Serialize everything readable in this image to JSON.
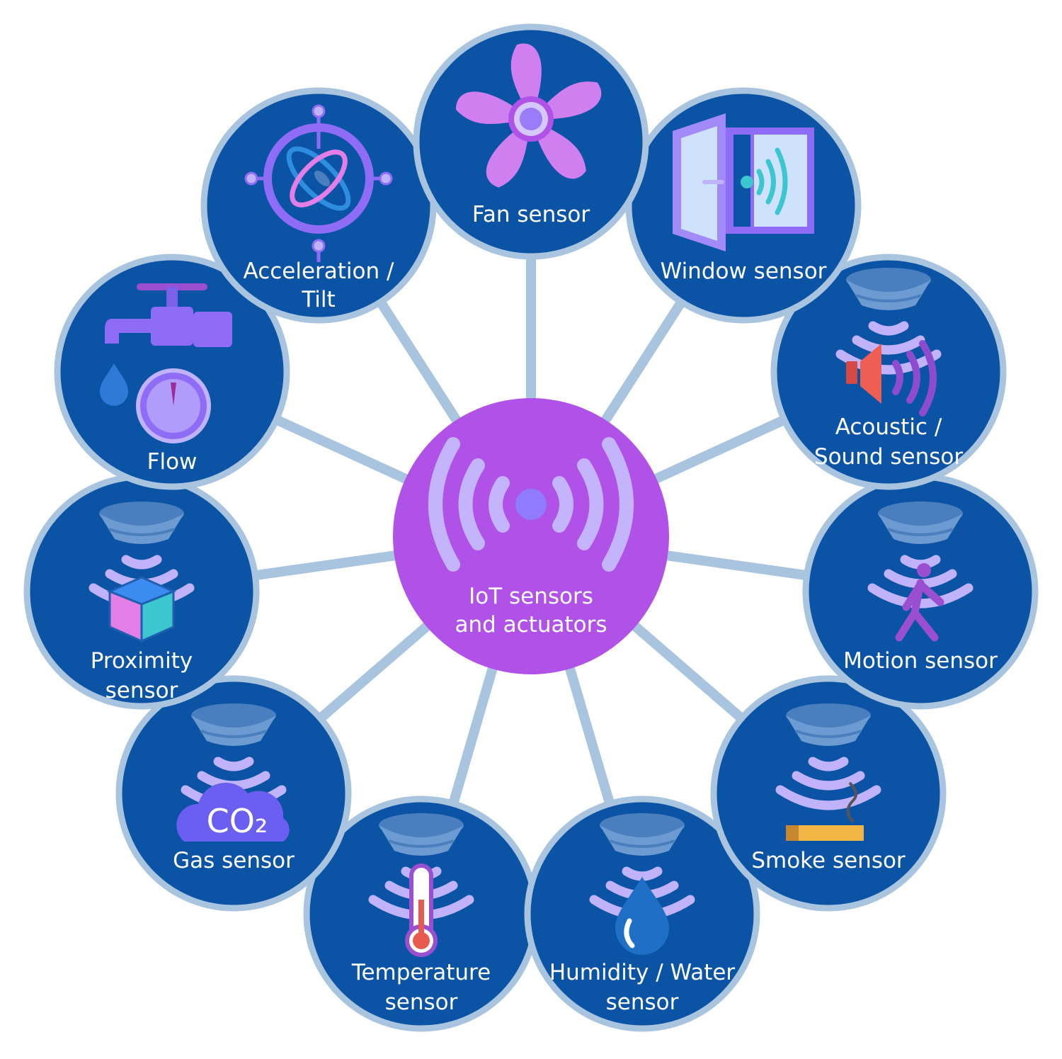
{
  "center": {
    "line1": "IoT sensors",
    "line2": "and actuators",
    "icon": "wireless-signal-icon"
  },
  "sensors": [
    {
      "id": "fan",
      "line1": "Fan sensor",
      "line2": "",
      "icon": "fan-icon"
    },
    {
      "id": "window",
      "line1": "Window sensor",
      "line2": "",
      "icon": "window-icon"
    },
    {
      "id": "acoustic",
      "line1": "Acoustic /",
      "line2": "Sound sensor",
      "icon": "speaker-icon"
    },
    {
      "id": "motion",
      "line1": "Motion sensor",
      "line2": "",
      "icon": "walking-person-icon"
    },
    {
      "id": "smoke",
      "line1": "Smoke sensor",
      "line2": "",
      "icon": "cigarette-icon"
    },
    {
      "id": "humidity",
      "line1": "Humidity / Water",
      "line2": "sensor",
      "icon": "water-drop-icon"
    },
    {
      "id": "temperature",
      "line1": "Temperature",
      "line2": "sensor",
      "icon": "thermometer-icon"
    },
    {
      "id": "gas",
      "line1": "Gas sensor",
      "line2": "",
      "icon": "co2-cloud-icon",
      "icon_text": "CO₂"
    },
    {
      "id": "proximity",
      "line1": "Proximity",
      "line2": "sensor",
      "icon": "cube-icon"
    },
    {
      "id": "flow",
      "line1": "Flow",
      "line2": "",
      "icon": "faucet-gauge-icon"
    },
    {
      "id": "acceleration",
      "line1": "Acceleration /",
      "line2": "Tilt",
      "icon": "gyroscope-icon"
    }
  ],
  "colors": {
    "node_fill": "#0b53a5",
    "node_border": "#a9c4de",
    "center_fill": "#b052e8",
    "wave": "#c0b3fb"
  }
}
